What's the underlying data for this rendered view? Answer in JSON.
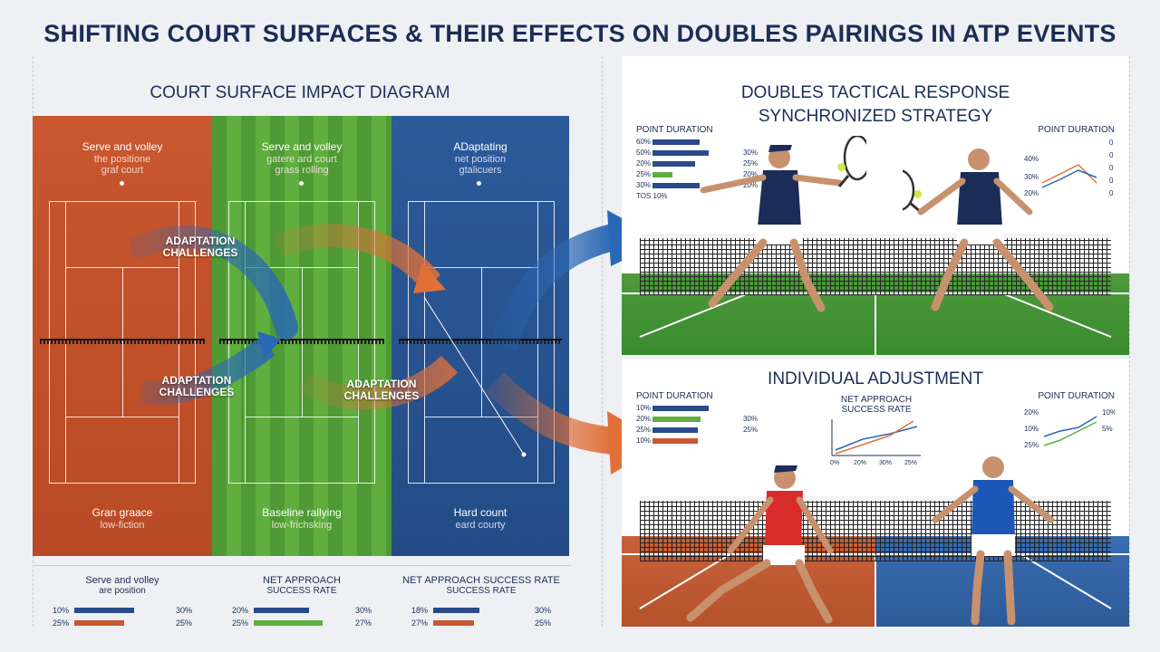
{
  "title": "SHIFTING COURT SURFACES & THEIR EFFECTS ON DOUBLES PAIRINGS IN ATP EVENTS",
  "left": {
    "title": "COURT SURFACE IMPACT DIAGRAM",
    "strips": [
      {
        "top_line1": "Serve and volley",
        "top_line2": "the positione",
        "top_line3": "graf court",
        "bottom_line1": "Gran graace",
        "bottom_line2": "low-fiction"
      },
      {
        "top_line1": "Serve and volley",
        "top_line2": "gatere ard court",
        "top_line3": "grass rolling",
        "bottom_line1": "Baseline rallying",
        "bottom_line2": "low-frichsking"
      },
      {
        "top_line1": "ADaptating",
        "top_line2": "net position",
        "top_line3": "gtalicuers",
        "bottom_line1": "Hard count",
        "bottom_line2": "eard courty"
      }
    ],
    "arrows": [
      {
        "line1": "ADAPTATION",
        "line2": "CHALLENGES"
      },
      {
        "line1": "ADAPTATION",
        "line2": "CHALLENGES"
      },
      {
        "line1": "ADAPTATION",
        "line2": "CHALLENGES"
      }
    ],
    "bottom": [
      {
        "line1": "Serve and volley",
        "line2": "are position",
        "rows": [
          {
            "l": "10%",
            "r": "30%",
            "fill": 0.62,
            "color": "#2a4a8a"
          },
          {
            "l": "25%",
            "r": "25%",
            "fill": 0.52,
            "color": "#c9572f"
          }
        ]
      },
      {
        "line1": "NET APPROACH",
        "line2": "SUCCESS RATE",
        "rows": [
          {
            "l": "20%",
            "r": "30%",
            "fill": 0.58,
            "color": "#2a4a8a"
          },
          {
            "l": "25%",
            "r": "27%",
            "fill": 0.72,
            "color": "#5fae3f"
          }
        ]
      },
      {
        "line1": "NET APPROACH SUCCESS RATE",
        "line2": "SUCCESS RATE",
        "rows": [
          {
            "l": "18%",
            "r": "30%",
            "fill": 0.48,
            "color": "#2a4a8a"
          },
          {
            "l": "27%",
            "r": "25%",
            "fill": 0.42,
            "color": "#c9572f"
          }
        ]
      }
    ]
  },
  "right": {
    "top_title_1": "DOUBLES TACTICAL RESPONSE",
    "top_title_2": "SYNCHRONIZED STRATEGY",
    "top_legend_left": {
      "h": "POINT DURATION",
      "rows": [
        {
          "l": "60%",
          "r": "",
          "fill": 0.6,
          "color": "#2a4a8a"
        },
        {
          "l": "50%",
          "r": "30%",
          "fill": 0.72,
          "color": "#2a4a8a"
        },
        {
          "l": "20%",
          "r": "25%",
          "fill": 0.55,
          "color": "#2a4a8a"
        },
        {
          "l": "25%",
          "r": "20%",
          "fill": 0.25,
          "color": "#5fae3f"
        },
        {
          "l": "30%",
          "r": "20%",
          "fill": 0.6,
          "color": "#2a4a8a"
        },
        {
          "l": "TOS 10%",
          "r": "",
          "fill": 0,
          "color": "#2a4a8a"
        }
      ]
    },
    "top_legend_right": {
      "h": "POINT DURATION",
      "ticks": [
        "0",
        "0",
        "0",
        "0",
        "0"
      ],
      "left_ticks": [
        "40%",
        "30%",
        "20%"
      ]
    },
    "bottom_title": "INDIVIDUAL ADJUSTMENT",
    "bot_legend_left": {
      "h": "POINT DURATION",
      "rows": [
        {
          "l": "10%",
          "r": "",
          "fill": 0.72,
          "color": "#2a4a8a"
        },
        {
          "l": "20%",
          "r": "30%",
          "fill": 0.62,
          "color": "#5fae3f"
        },
        {
          "l": "25%",
          "r": "25%",
          "fill": 0.58,
          "color": "#2a4a8a"
        },
        {
          "l": "10%",
          "r": "",
          "fill": 0.58,
          "color": "#c9572f"
        }
      ]
    },
    "bot_chart_mid": {
      "h1": "NET APPROACH",
      "h2": "SUCCESS RATE",
      "xticks": [
        "0%",
        "20%",
        "30%",
        "25%"
      ]
    },
    "bot_legend_right": {
      "h": "POINT DURATION",
      "ticks": [
        "20%",
        "10%",
        "25%"
      ],
      "right_ticks": [
        "10%",
        "5%"
      ]
    }
  }
}
